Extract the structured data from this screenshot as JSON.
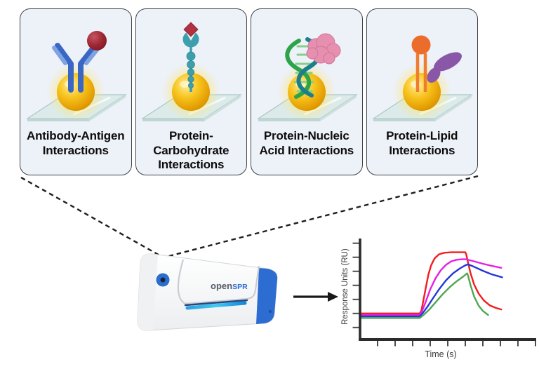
{
  "panels": [
    {
      "label": "Antibody-Antigen Interactions"
    },
    {
      "label": "Protein-Carbohydrate Interactions"
    },
    {
      "label": "Protein-Nucleic Acid Interactions"
    },
    {
      "label": "Protein-Lipid Interactions"
    }
  ],
  "device": {
    "brand_prefix": "open",
    "brand_suffix": "SPR"
  },
  "chart_data": {
    "type": "line",
    "title": "",
    "xlabel": "Time (s)",
    "ylabel": "Response Units (RU)",
    "xlim": [
      0,
      10
    ],
    "ylim": [
      0,
      100
    ],
    "ticks_unlabeled": true,
    "grid": false,
    "legend": null,
    "x_ticks": [
      1,
      2,
      3,
      4,
      5,
      6,
      7,
      8,
      9,
      10
    ],
    "y_ticks": [
      12,
      26,
      40,
      54,
      68,
      82,
      96
    ],
    "phases": {
      "baseline_end": 3.4,
      "association_end": 6.05
    },
    "series": [
      {
        "name": "red",
        "color": "#f21d1d",
        "x": [
          0,
          3.4,
          3.5,
          3.6,
          3.75,
          3.9,
          4.05,
          4.25,
          4.5,
          4.8,
          5.2,
          6.0,
          6.05,
          6.15,
          6.3,
          6.5,
          6.75,
          7.05,
          7.4,
          7.75,
          8.05
        ],
        "y": [
          26,
          26,
          29,
          38,
          52,
          65,
          74,
          81,
          85,
          86.5,
          87,
          87,
          85,
          77,
          66,
          55,
          46,
          39,
          34,
          31.5,
          30
        ]
      },
      {
        "name": "magenta",
        "color": "#e520e5",
        "x": [
          0,
          3.4,
          3.55,
          3.75,
          4.0,
          4.3,
          4.6,
          4.9,
          5.2,
          5.5,
          5.8,
          6.05,
          6.5,
          7.0,
          7.5,
          8.05
        ],
        "y": [
          24.5,
          24.5,
          29,
          38,
          50,
          61,
          69,
          74.5,
          78,
          79.5,
          80,
          80,
          78,
          75.5,
          73.5,
          71.5
        ]
      },
      {
        "name": "blue",
        "color": "#2337d8",
        "x": [
          0,
          3.4,
          3.6,
          3.85,
          4.15,
          4.5,
          4.9,
          5.3,
          5.7,
          6.0,
          6.15,
          6.5,
          7.0,
          7.5,
          8.1
        ],
        "y": [
          23,
          23,
          27,
          33,
          41,
          50,
          59,
          66,
          71,
          74,
          75,
          72.5,
          68.5,
          65,
          62
        ]
      },
      {
        "name": "green",
        "color": "#4fa653",
        "x": [
          0,
          3.4,
          3.65,
          3.95,
          4.3,
          4.7,
          5.1,
          5.5,
          5.9,
          6.1,
          6.15,
          6.3,
          6.5,
          6.75,
          7.0,
          7.3
        ],
        "y": [
          21.5,
          21.5,
          25,
          30,
          37,
          45,
          52,
          58,
          63,
          66,
          64,
          54,
          43,
          34,
          28.5,
          24.5
        ]
      }
    ]
  },
  "colors": {
    "panel_background": "#edf1f8",
    "device_blue": "#2d6cd0",
    "light_strip_cyan": "#3fc8f4",
    "gold_nanoparticle": "#f2b614"
  }
}
